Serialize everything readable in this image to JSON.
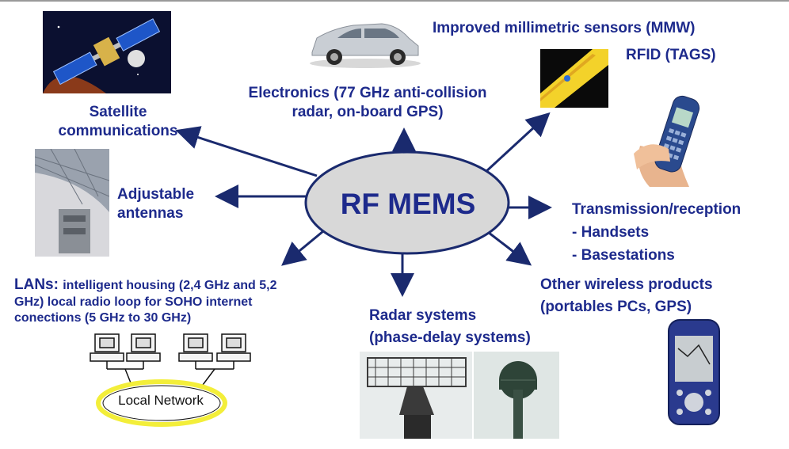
{
  "hub": {
    "label": "RF MEMS"
  },
  "nodes": {
    "satellite": [
      "Satellite",
      "communications"
    ],
    "antennas": [
      "Adjustable",
      "antennas"
    ],
    "electronics": [
      "Electronics (77 GHz anti-collision",
      "radar, on-board GPS)"
    ],
    "sensors": [
      "Improved millimetric sensors (MMW)",
      "RFID (TAGS)"
    ],
    "transmission": [
      "Transmission/reception",
      "- Handsets",
      "- Basestations"
    ],
    "wireless": [
      "Other wireless products",
      "(portables PCs, GPS)"
    ],
    "radar": [
      "Radar systems",
      "(phase-delay systems)"
    ],
    "lans": {
      "heading": "LANs:",
      "line1": "intelligent housing (2,4 GHz and 5,2",
      "line2": "GHz) local radio loop for SOHO internet",
      "line3": "conections (5 GHz to 30 GHz)"
    }
  },
  "network_label": "Local Network",
  "colors": {
    "text": "#1d2a8c",
    "arrow": "#1a2a6e",
    "hub_fill": "#d8d8d8",
    "network_ring": "#f3ee3a"
  }
}
